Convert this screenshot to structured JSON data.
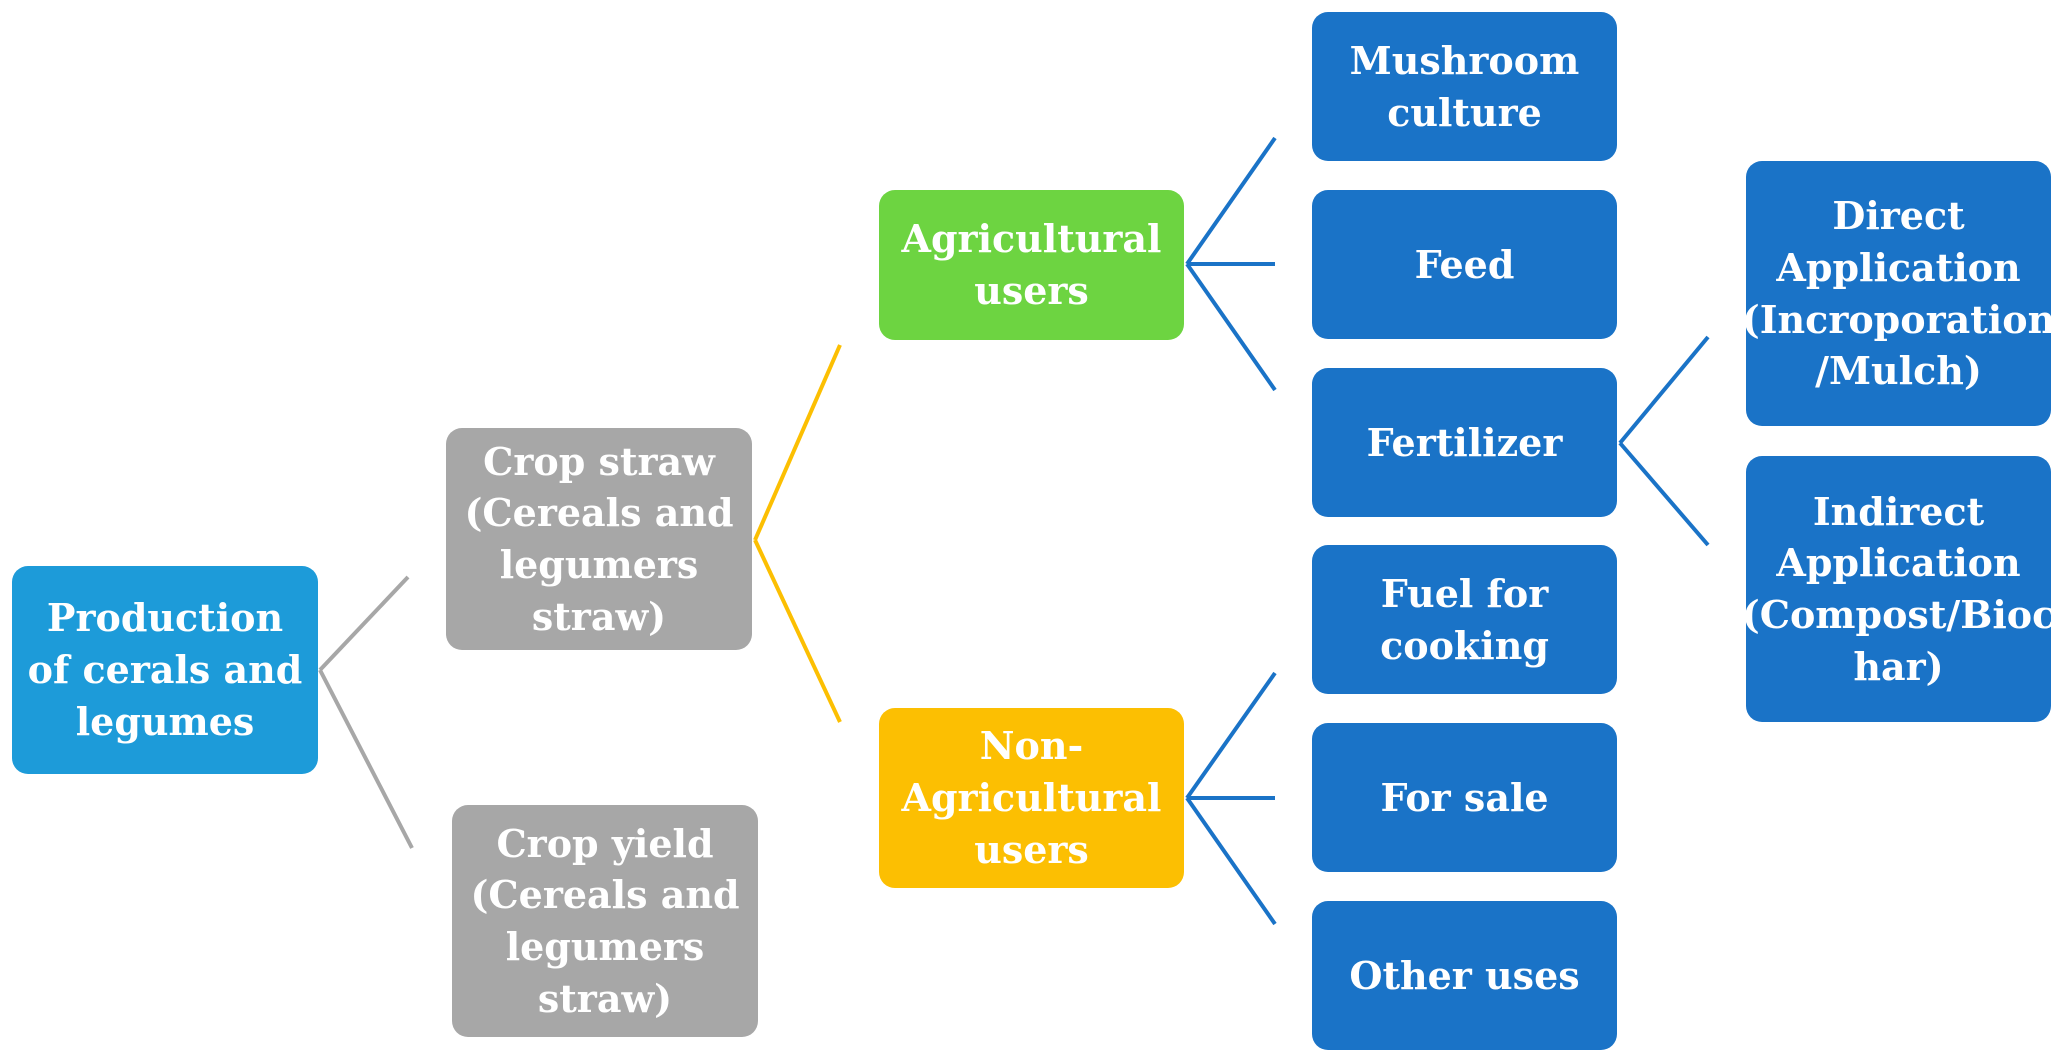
{
  "colors": {
    "root_fill": "#1d9bd9",
    "straw_fill": "#a7a7a7",
    "agri_fill": "#6dd441",
    "nonagri_fill": "#fcbf02",
    "use_fill": "#1a73c7",
    "root_connector": "#a7a7a7",
    "straw_connector": "#fcbf02",
    "use_connector": "#1a73c7"
  },
  "nodes": {
    "production": "Production of cerals and legumes",
    "crop_straw": "Crop straw (Cereals and legumers straw)",
    "crop_yield": "Crop yield (Cereals and legumers straw)",
    "agricultural_users": "Agricultural users",
    "non_agricultural_users": "Non-\nAgricultural users",
    "mushroom_culture": "Mushroom culture",
    "feed": "Feed",
    "fertilizer": "Fertilizer",
    "fuel_for_cooking": "Fuel for cooking",
    "for_sale": "For sale",
    "other_uses": "Other uses",
    "direct_application": "Direct Application (Incroporation\n/Mulch)",
    "indirect_application": "Indirect Application (Compost/Bioc\nhar)"
  }
}
